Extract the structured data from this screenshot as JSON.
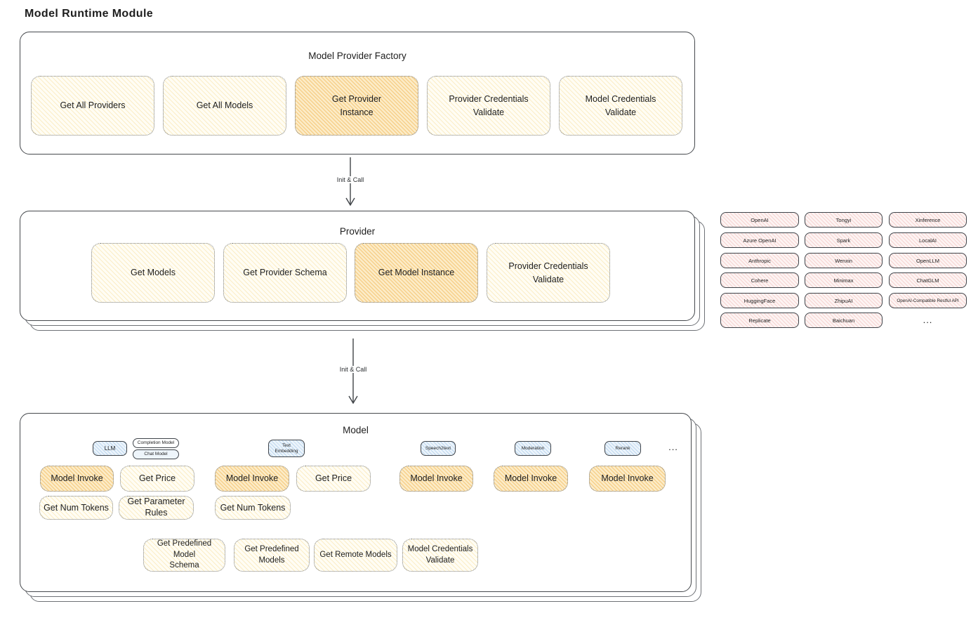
{
  "page": {
    "title": "Model Runtime Module"
  },
  "factory": {
    "title": "Model Provider Factory",
    "buttons": [
      "Get All Providers",
      "Get All Models",
      "Get Provider\nInstance",
      "Provider Credentials\nValidate",
      "Model Credentials\nValidate"
    ]
  },
  "arrows": {
    "label": "Init & Call"
  },
  "provider": {
    "title": "Provider",
    "buttons": [
      "Get Models",
      "Get Provider Schema",
      "Get Model Instance",
      "Provider Credentials\nValidate"
    ]
  },
  "providers": {
    "items": [
      "OpenAI",
      "Tongyi",
      "Xinference",
      "Azure OpenAI",
      "Spark",
      "LocalAI",
      "Anthropic",
      "Wenxin",
      "OpenLLM",
      "Cohere",
      "Minimax",
      "ChatGLM",
      "HuggingFace",
      "ZhipuAI",
      "OpenAI-Compatible Restful API",
      "Replicate",
      "Baichuan"
    ],
    "more": "..."
  },
  "model": {
    "title": "Model",
    "tabs": {
      "llm": "LLM",
      "completion_model": "Completion Model",
      "chat_model": "Chat Model",
      "text_embedding": "Text\nEmbedding",
      "speech2text": "Speech2text",
      "moderation": "Moderation",
      "rerank": "Rerank",
      "more": "..."
    },
    "buttons": {
      "model_invoke": "Model Invoke",
      "get_price": "Get Price",
      "get_num_tokens": "Get Num Tokens",
      "get_parameter_rules": "Get Parameter\nRules",
      "get_predefined_model_schema": "Get Predefined Model\nSchema",
      "get_predefined_models": "Get Predefined\nModels",
      "get_remote_models": "Get Remote Models",
      "model_credentials_validate": "Model Credentials\nValidate"
    }
  },
  "colors": {
    "node_yellow": "#fff9e3",
    "node_highlight": "#f8dfae",
    "provider_pink": "#fbe9e7",
    "tab_blue": "#dcebf8",
    "stroke": "#46494d"
  }
}
